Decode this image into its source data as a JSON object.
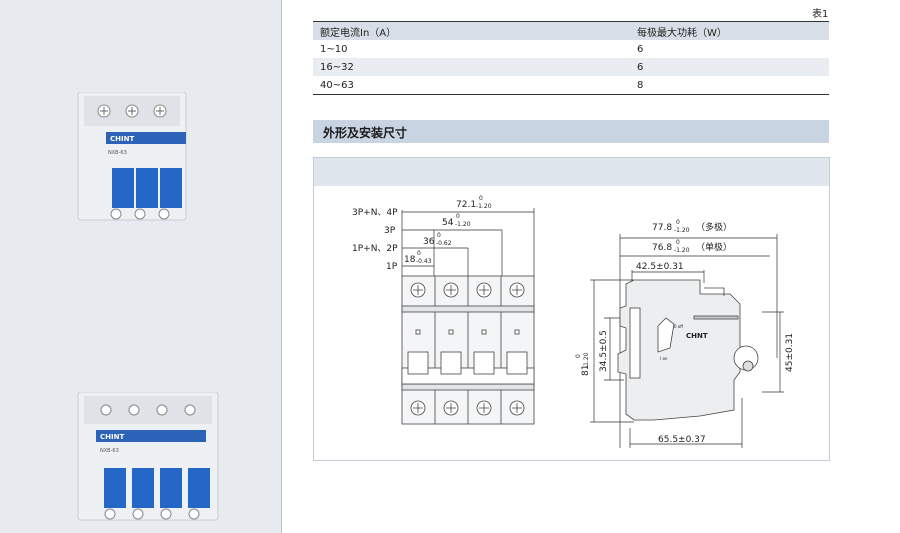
{
  "table": {
    "caption": "表1",
    "headers": [
      "额定电流In（A）",
      "每极最大功耗（W）"
    ],
    "rows": [
      [
        "1~10",
        "6"
      ],
      [
        "16~32",
        "6"
      ],
      [
        "40~63",
        "8"
      ]
    ]
  },
  "section": {
    "title": "外形及安装尺寸"
  },
  "front_view": {
    "labels": {
      "p4": "3P+N、4P",
      "p3": "3P",
      "p2": "1P+N、2P",
      "p1": "1P"
    },
    "dims": {
      "d4": "72.1",
      "d3": "54",
      "d2": "36",
      "d1": "18"
    },
    "tol_upper": "0",
    "tols": {
      "d4": "-1.20",
      "d3": "-1.20",
      "d2": "-0.62",
      "d1": "-0.43"
    }
  },
  "side_view": {
    "top_dim1": "77.8",
    "top_dim1_note": "（多极）",
    "top_dim2": "76.8",
    "top_dim2_note": "（单极）",
    "tol_upper": "0",
    "tol_lower": "-1.20",
    "dim_425": "42.5±0.31",
    "dim_81": "81",
    "dim_345": "34.5±0.5",
    "dim_45": "45±0.31",
    "dim_655": "65.5±0.37",
    "logo": "CHNT",
    "switch_off": "0 off",
    "switch_on": "I on"
  },
  "products": [
    {
      "logo": "CHINT",
      "model": "NXB-63"
    },
    {
      "logo": "CHINT",
      "model": "NXB-63"
    }
  ]
}
